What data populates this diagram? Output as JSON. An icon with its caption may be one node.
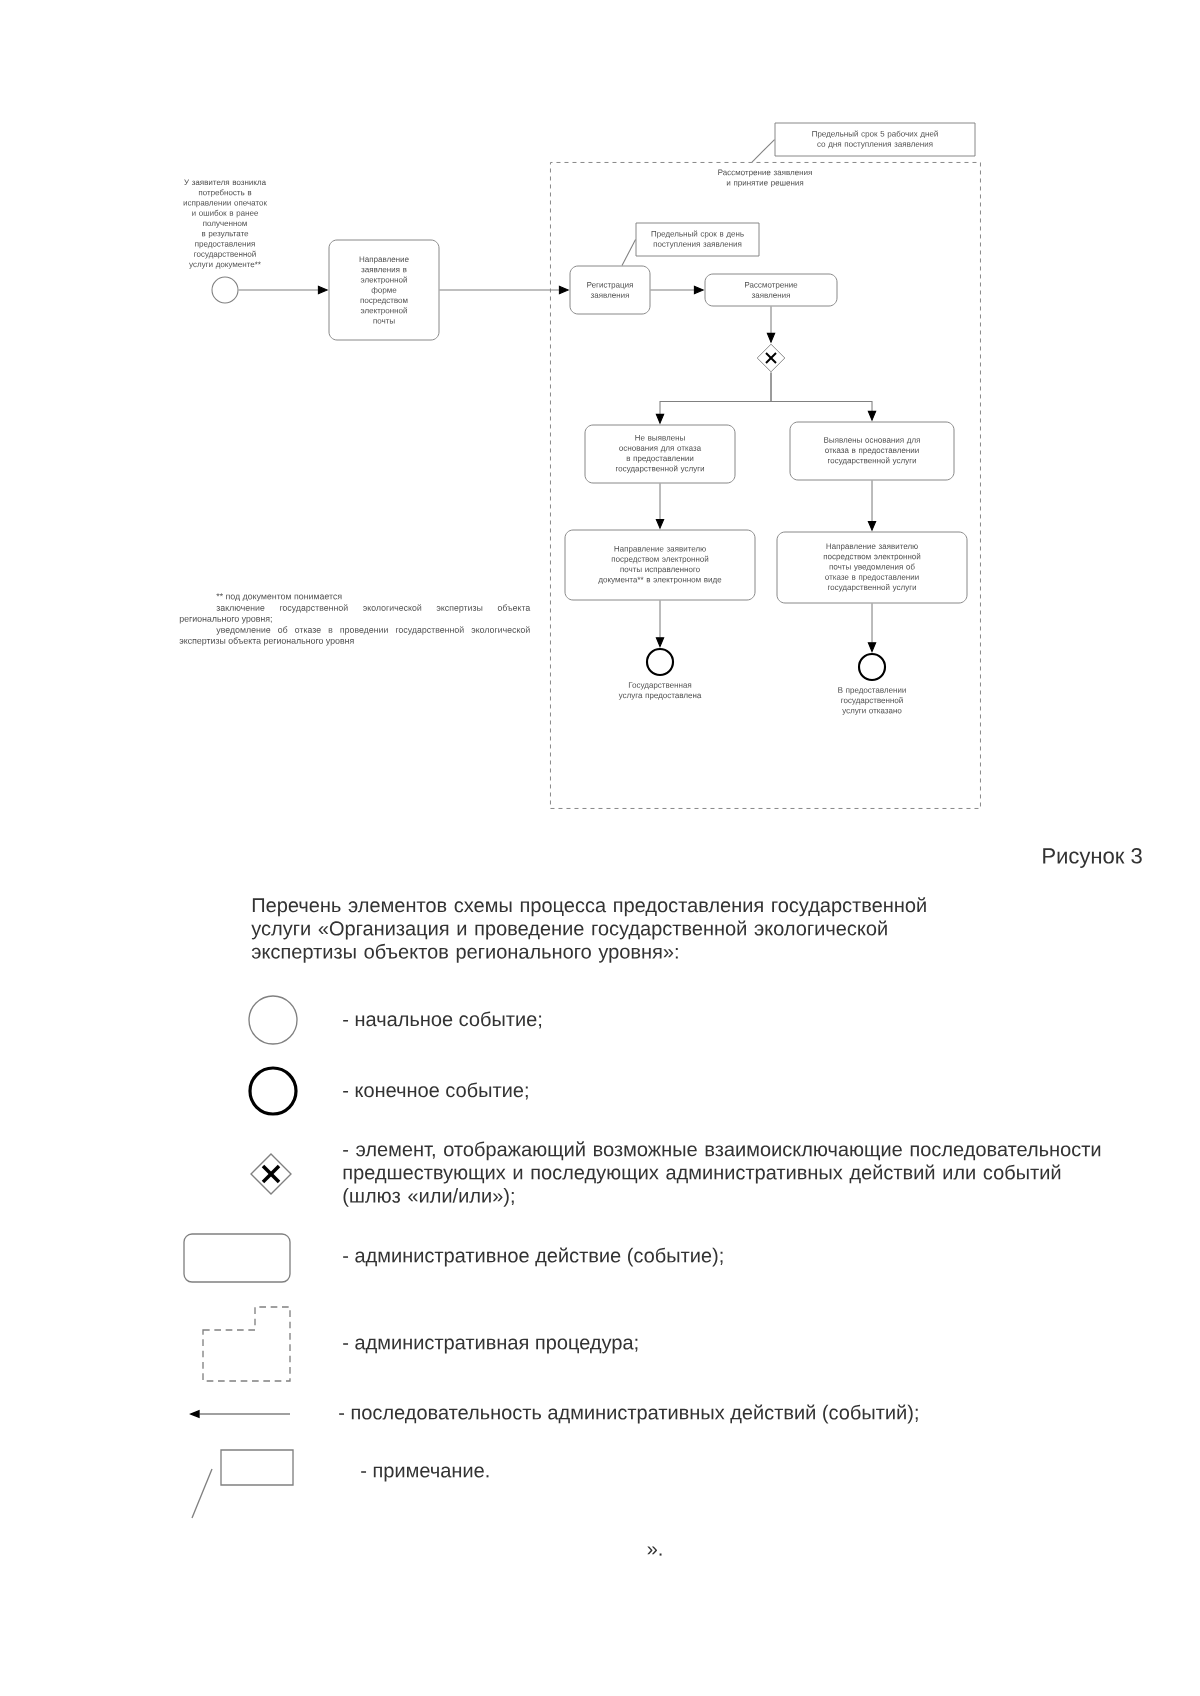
{
  "diagram": {
    "nodes": [
      {
        "text": [],
        "shape": "circle",
        "beside": [
          "У заявителя возникла потребность в исправлении опечаток и ошибок в ранее полученном в результате предоставления государственной услуги документе**"
        ]
      },
      {
        "text": [
          "Направление заявления в электронной форме посредством электронной почты"
        ]
      },
      {
        "text": [
          "Предельный срок 5 рабочих дней со дня поступления заявления"
        ]
      },
      {
        "text": [
          "Рассмотрение заявления и принятие решения"
        ]
      },
      {
        "text": [
          "Предельный срок в день поступления заявления"
        ],
        "in": 3
      },
      {
        "text": [
          "Регистрация заявления"
        ],
        "in": 3
      },
      {
        "text": [
          "Рассмотрение заявления"
        ],
        "in": 3
      },
      {
        "text": [],
        "shape": "diamond",
        "in": 3
      },
      {
        "text": [
          "Не выявлены основания для отказа в предоставлении государственной услуги"
        ],
        "in": 3
      },
      {
        "text": [
          "Выявлены основания для отказа в предоставлении государственной услуги"
        ],
        "in": 3
      },
      {
        "text": [
          "Направление заявителю посредством электронной почты исправленного документа** в электронном виде"
        ],
        "in": 3
      },
      {
        "text": [
          "Направление заявителю посредством электронной почты уведомления об отказе в предоставлении государственной услуги"
        ],
        "in": 3
      },
      {
        "text": [],
        "shape": "circle",
        "in": 3,
        "beside": [
          "Государственная услуга предоставлена"
        ]
      },
      {
        "text": [],
        "shape": "circle",
        "in": 3,
        "beside": [
          "В предоставлении государственной услуги отказано"
        ]
      }
    ],
    "edges": [
      {
        "from": 0,
        "to": 1,
        "arrow": "to"
      },
      {
        "from": 1,
        "to": 5,
        "arrow": "to"
      },
      {
        "from": 2,
        "to": 3,
        "arrow": "none"
      },
      {
        "from": 4,
        "to": 5,
        "arrow": "none"
      },
      {
        "from": 5,
        "to": 6,
        "arrow": "to"
      },
      {
        "from": 6,
        "to": 7,
        "arrow": "to"
      },
      {
        "from": 7,
        "to": 8,
        "arrow": "to"
      },
      {
        "from": 7,
        "to": 9,
        "arrow": "to"
      },
      {
        "from": 8,
        "to": 10,
        "arrow": "to"
      },
      {
        "from": 9,
        "to": 11,
        "arrow": "to"
      },
      {
        "from": 10,
        "to": 12,
        "arrow": "to"
      },
      {
        "from": 11,
        "to": 13,
        "arrow": "to"
      }
    ],
    "labels": [
      "** под документом понимается",
      "заключение государственной экологической экспертизы объекта регионального уровня;",
      "уведомление об отказе в проведении государственной экологической экспертизы объекта регионального уровня",
      "Рисунок 3",
      "Перечень элементов схемы процесса предоставления государственной услуги «Организация и проведение государственной экологической экспертизы объектов регионального уровня»:",
      "»."
    ],
    "legend": [
      {
        "text": "- начальное событие;"
      },
      {
        "text": "- конечное событие;"
      },
      {
        "text": "- элемент, отображающий возможные взаимоисключающие последовательности предшествующих и последующих административных действий или событий (шлюз «или/или»);"
      },
      {
        "text": "- административное действие (событие);"
      },
      {
        "text": "- административная процедура;"
      },
      {
        "text": "- последовательность административных действий (событий);"
      },
      {
        "text": "- примечание."
      }
    ]
  }
}
